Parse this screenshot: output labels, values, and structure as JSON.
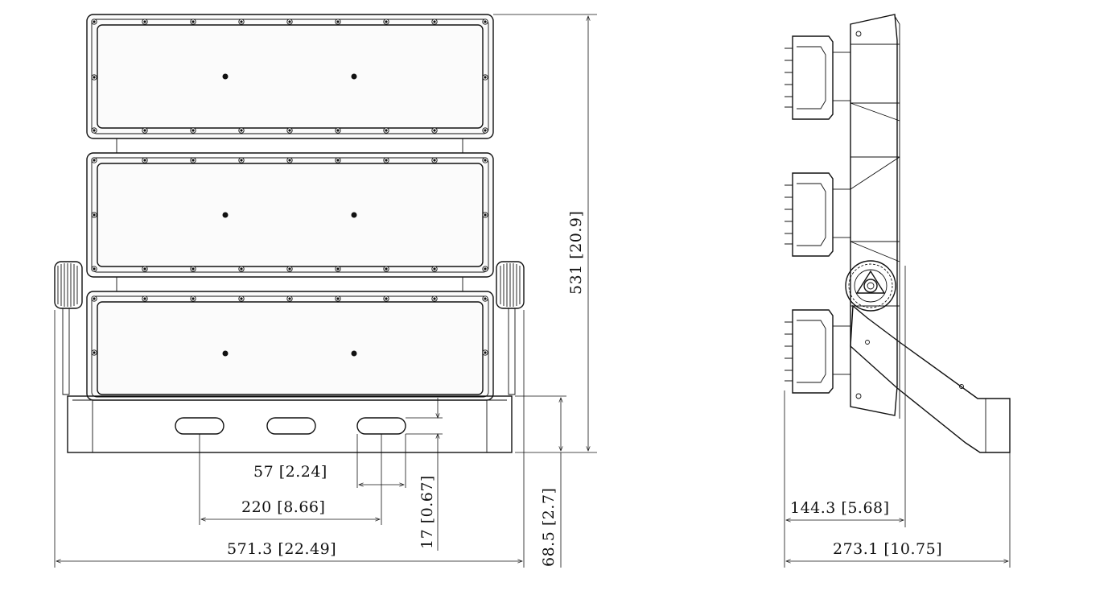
{
  "front_view": {
    "dimensions": {
      "height": "531 [20.9]",
      "slot_length": "57 [2.24]",
      "slot_spacing": "220 [8.66]",
      "slot_height": "17 [0.67]",
      "overall_width": "571.3 [22.49]",
      "base_height": "68.5 [2.7]"
    }
  },
  "side_view": {
    "dimensions": {
      "module_depth": "144.3 [5.68]",
      "overall_depth": "273.1 [10.75]"
    }
  }
}
